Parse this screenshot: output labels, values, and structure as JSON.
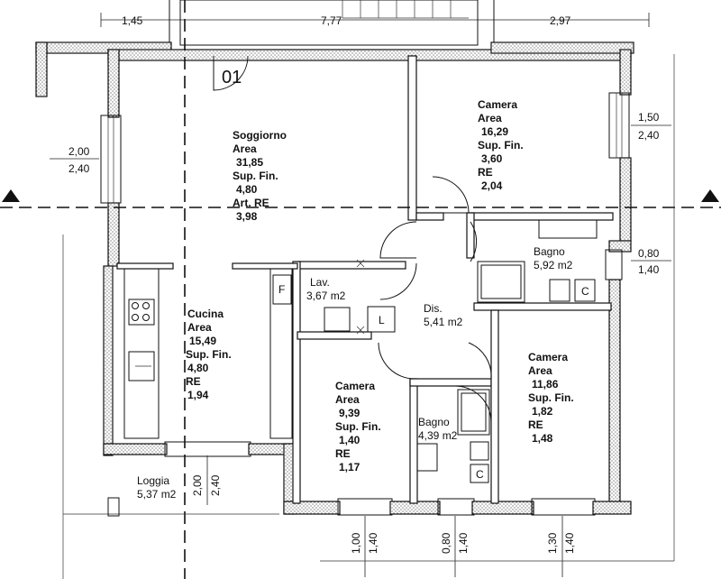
{
  "unit_number": "01",
  "top_dimensions": [
    "1,45",
    "7,77",
    "2,97"
  ],
  "rooms": {
    "soggiorno": [
      "Soggiorno",
      "Area",
      "31,85",
      "Sup. Fin.",
      "4,80",
      "Art. RE",
      "3,98"
    ],
    "camera1": [
      "Camera",
      "Area",
      "16,29",
      "Sup. Fin.",
      "3,60",
      "RE",
      "2,04"
    ],
    "bagno1": [
      "Bagno",
      "5,92 m2"
    ],
    "lav": [
      "Lav.",
      "3,67 m2"
    ],
    "dis": [
      "Dis.",
      "5,41 m2"
    ],
    "cucina": [
      "Cucina",
      "Area",
      "15,49",
      "Sup. Fin.",
      "4,80",
      "RE",
      "1,94"
    ],
    "camera2": [
      "Camera",
      "Area",
      "9,39",
      "Sup. Fin.",
      "1,40",
      "RE",
      "1,17"
    ],
    "bagno2": [
      "Bagno",
      "4,39 m2"
    ],
    "camera3": [
      "Camera",
      "Area",
      "11,86",
      "Sup. Fin.",
      "1,82",
      "RE",
      "1,48"
    ],
    "loggia": [
      "Loggia",
      "5,37 m2"
    ]
  },
  "fixture_marks": {
    "fridge": "F",
    "laundry": "L",
    "wc": "C"
  },
  "window_dims": {
    "left": [
      "2,00",
      "2,40"
    ],
    "right_top": [
      "1,50",
      "2,40"
    ],
    "right_mid": [
      "0,80",
      "1,40"
    ],
    "loggia_vertical": [
      "2,00",
      "2,40"
    ],
    "bottom": [
      [
        "1,00",
        "1,40"
      ],
      [
        "0,80",
        "1,40"
      ],
      [
        "1,30",
        "1,40"
      ]
    ]
  }
}
